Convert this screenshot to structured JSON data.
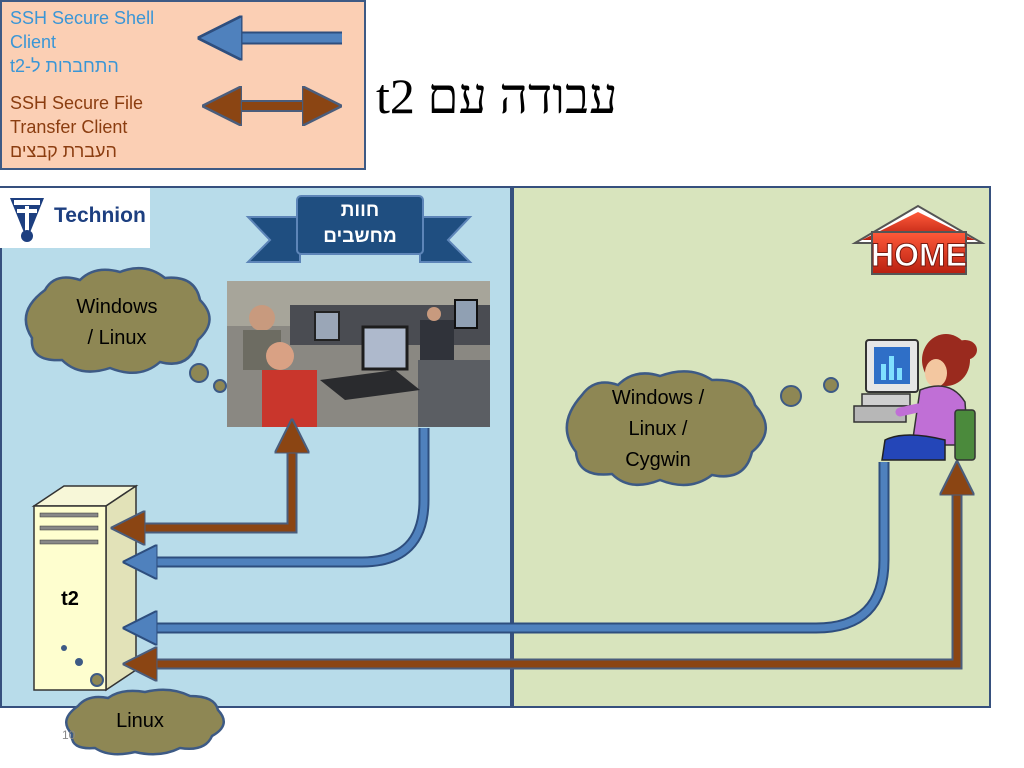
{
  "legend": {
    "ssh_line1": "SSH Secure Shell",
    "ssh_line2": "Client",
    "ssh_hebrew": "התחברות ל-t2",
    "sftp_line1": "SSH Secure File",
    "sftp_line2": "Transfer Client",
    "sftp_hebrew": "העברת קבצים",
    "ssh_arrow_color": "#4f81bd",
    "sftp_arrow_color": "#8b4513"
  },
  "title": "עבודה עם t2",
  "logo": {
    "text": "Technion"
  },
  "banner": {
    "line1": "חוות",
    "line2": "מחשבים"
  },
  "home_sign": "HOME",
  "clouds": {
    "lab": {
      "line1": "Windows",
      "line2": "/ Linux"
    },
    "home": {
      "line1": "Windows /",
      "line2": "Linux /",
      "line3": "Cygwin"
    },
    "server": {
      "line1": "Linux"
    }
  },
  "server": {
    "label": "t2"
  },
  "page_number": "10",
  "colors": {
    "left_panel": "#b8dcea",
    "right_panel": "#d8e4bd",
    "legend_bg": "#fbcfb4",
    "cloud": "#8e8754",
    "banner": "#1f4e80"
  }
}
